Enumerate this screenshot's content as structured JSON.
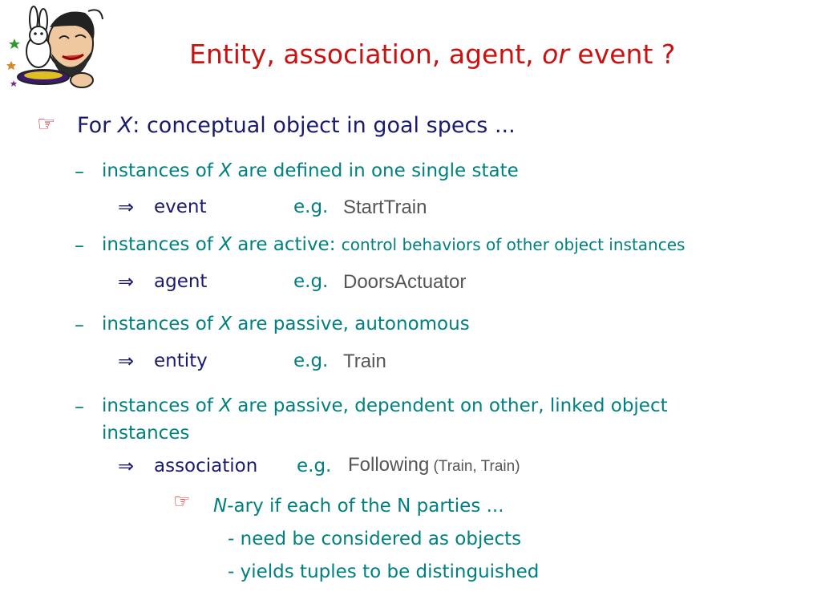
{
  "slide": {
    "title": {
      "prefix": "Entity, association, agent, ",
      "or": "or",
      "suffix": " event ?"
    },
    "main_bullet": {
      "pre": "For ",
      "x": "X",
      "post": ": conceptual object in goal specs ..."
    },
    "items": [
      {
        "prefix": "instances of ",
        "x": "X",
        "suffix": " are defined in one single state",
        "small": "",
        "kind": "event",
        "eg": "e.g.",
        "example": "StartTrain",
        "example_small": ""
      },
      {
        "prefix": "instances of ",
        "x": "X",
        "suffix": " are active: ",
        "small": "control behaviors of other object instances",
        "kind": "agent",
        "eg": "e.g.",
        "example": "DoorsActuator",
        "example_small": ""
      },
      {
        "prefix": "instances of ",
        "x": "X",
        "suffix": " are passive, autonomous",
        "small": "",
        "kind": "entity",
        "eg": "e.g.",
        "example": "Train",
        "example_small": ""
      },
      {
        "prefix": "instances of ",
        "x": "X",
        "suffix": " are passive, dependent on other, linked object",
        "line2": "instances",
        "small": "",
        "kind": "association",
        "eg": "e.g.",
        "example": "Following",
        "example_small": "(Train, Train)"
      }
    ],
    "sub_note": {
      "n": "N",
      "text": "-ary if each of the N parties ...",
      "points": [
        "- need be considered as objects",
        "- yields tuples to be distinguished"
      ]
    },
    "bullet_marks": {
      "dash": "–",
      "implies": "⇒"
    },
    "colors": {
      "title": "#cc1111",
      "navy": "#1a1a6e",
      "teal": "#008080",
      "example": "#555555"
    },
    "icons": [
      "magician-clipart",
      "pointing-hand-icon"
    ]
  }
}
